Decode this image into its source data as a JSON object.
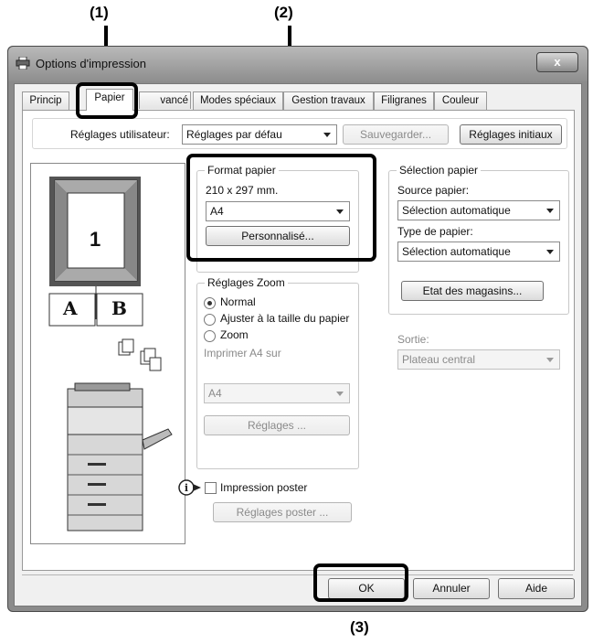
{
  "callouts": [
    "(1)",
    "(2)",
    "(3)"
  ],
  "window": {
    "title": "Options d'impression",
    "close_label": "x"
  },
  "tabs": [
    {
      "label": "Princip"
    },
    {
      "label": "Papier",
      "active": true
    },
    {
      "label": "vancé"
    },
    {
      "label": "Modes spéciaux"
    },
    {
      "label": "Gestion travaux"
    },
    {
      "label": "Filigranes"
    },
    {
      "label": "Couleur"
    }
  ],
  "user_settings": {
    "label": "Réglages utilisateur:",
    "value": "Réglages par défau",
    "save_button": "Sauvegarder...",
    "reset_button": "Réglages initiaux"
  },
  "preview": {
    "page_number": "1",
    "book_left": "A",
    "book_right": "B"
  },
  "paper_format": {
    "title": "Format papier",
    "size_text": "210 x 297 mm.",
    "selected": "A4",
    "custom_button": "Personnalisé..."
  },
  "paper_selection": {
    "title": "Sélection papier",
    "source_label": "Source papier:",
    "source_value": "Sélection automatique",
    "type_label": "Type de papier:",
    "type_value": "Sélection automatique",
    "trays_button": "Etat des magasins..."
  },
  "zoom": {
    "title": "Réglages Zoom",
    "options": [
      "Normal",
      "Ajuster à la taille du papier",
      "Zoom"
    ],
    "selected_index": 0,
    "print_on_label": "Imprimer A4 sur",
    "print_on_value": "A4",
    "settings_button": "Réglages ..."
  },
  "output": {
    "label": "Sortie:",
    "value": "Plateau central"
  },
  "poster": {
    "label": "Impression poster",
    "settings_button": "Réglages poster ..."
  },
  "footer": {
    "ok": "OK",
    "cancel": "Annuler",
    "help": "Aide"
  }
}
